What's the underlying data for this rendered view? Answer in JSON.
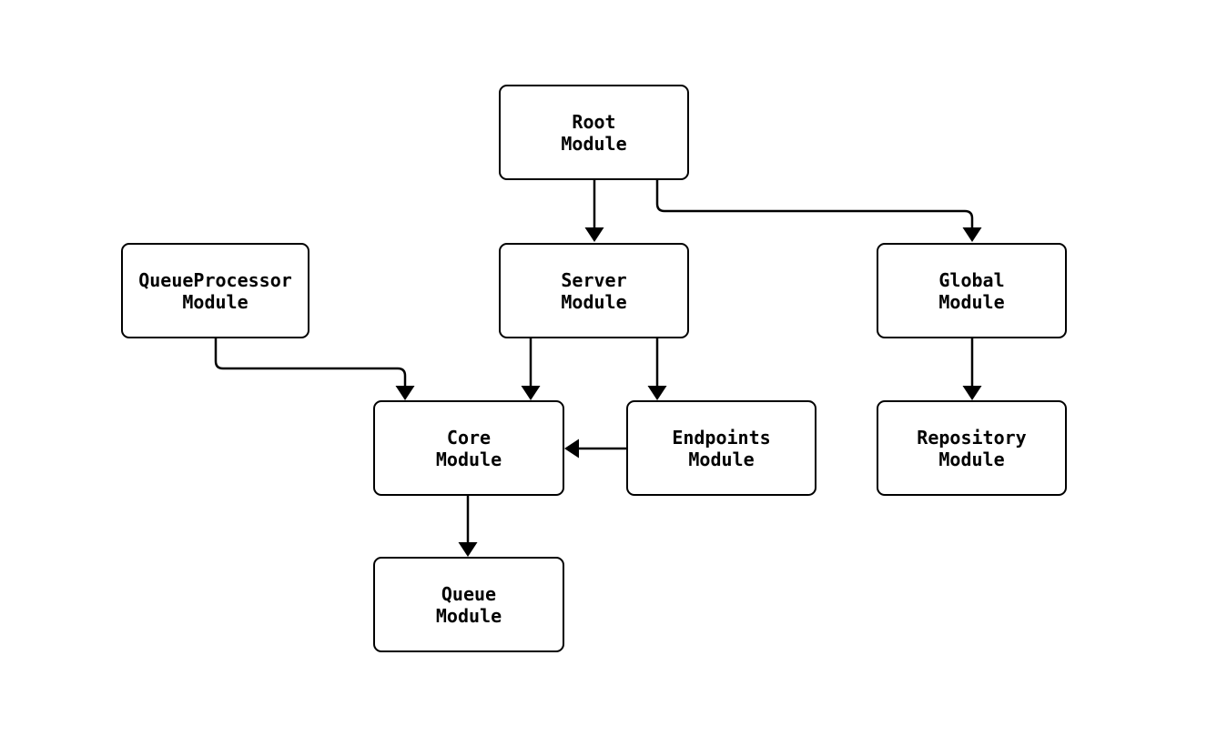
{
  "diagram": {
    "background_color": "#ffffff",
    "line_color": "#000000",
    "text_color": "#000000",
    "nodes": {
      "root": {
        "line1": "Root",
        "line2": "Module"
      },
      "server": {
        "line1": "Server",
        "line2": "Module"
      },
      "queueProcessor": {
        "line1": "QueueProcessor",
        "line2": "Module"
      },
      "global": {
        "line1": "Global",
        "line2": "Module"
      },
      "core": {
        "line1": "Core",
        "line2": "Module"
      },
      "endpoints": {
        "line1": "Endpoints",
        "line2": "Module"
      },
      "repository": {
        "line1": "Repository",
        "line2": "Module"
      },
      "queue": {
        "line1": "Queue",
        "line2": "Module"
      }
    },
    "edges": [
      {
        "from": "Root Module",
        "to": "Server Module"
      },
      {
        "from": "Root Module",
        "to": "Global Module"
      },
      {
        "from": "QueueProcessor Module",
        "to": "Core Module"
      },
      {
        "from": "Server Module",
        "to": "Core Module"
      },
      {
        "from": "Server Module",
        "to": "Endpoints Module"
      },
      {
        "from": "Endpoints Module",
        "to": "Core Module"
      },
      {
        "from": "Global Module",
        "to": "Repository Module"
      },
      {
        "from": "Core Module",
        "to": "Queue Module"
      }
    ]
  }
}
